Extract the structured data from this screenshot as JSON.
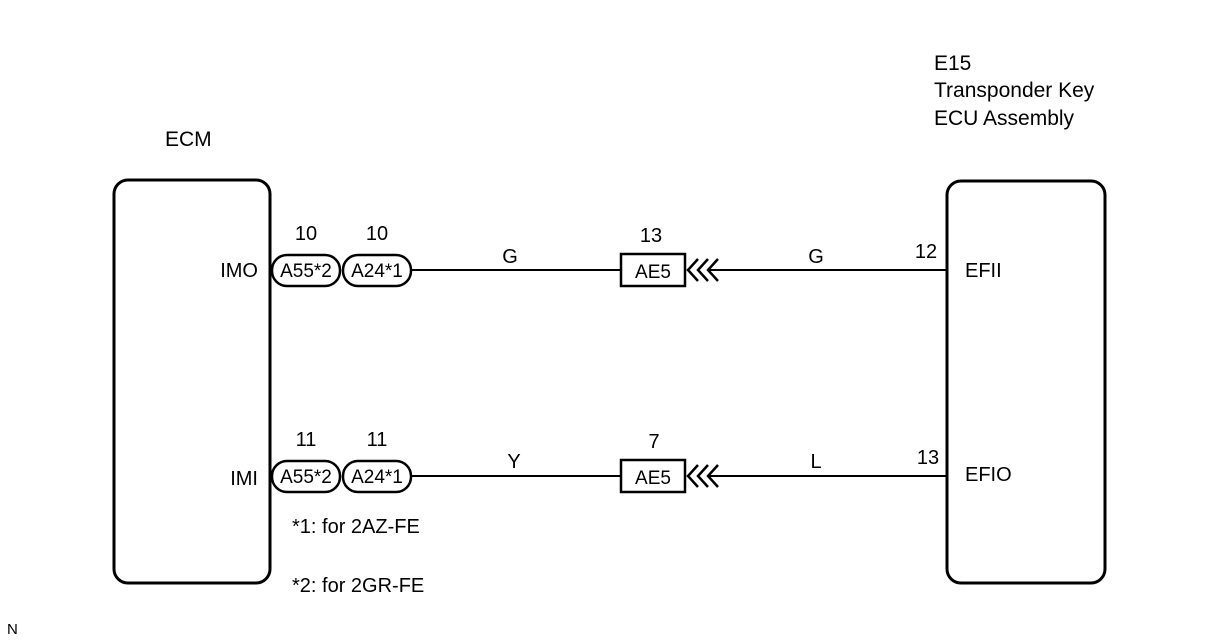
{
  "ecm": {
    "label": "ECM",
    "pins": [
      {
        "name": "IMO",
        "connectors": [
          {
            "pin": "10",
            "code": "A55*2"
          },
          {
            "pin": "10",
            "code": "A24*1"
          }
        ]
      },
      {
        "name": "IMI",
        "connectors": [
          {
            "pin": "11",
            "code": "A55*2"
          },
          {
            "pin": "11",
            "code": "A24*1"
          }
        ]
      }
    ]
  },
  "ecu": {
    "code": "E15",
    "name_line1": "Transponder Key",
    "name_line2": "ECU Assembly",
    "pins": [
      {
        "name": "EFII",
        "pin": "12"
      },
      {
        "name": "EFIO",
        "pin": "13"
      }
    ]
  },
  "wires": [
    {
      "left_color": "G",
      "junction": {
        "code": "AE5",
        "pin": "13"
      },
      "right_color": "G"
    },
    {
      "left_color": "Y",
      "junction": {
        "code": "AE5",
        "pin": "7"
      },
      "right_color": "L"
    }
  ],
  "notes": [
    "*1: for 2AZ-FE",
    "*2: for 2GR-FE"
  ],
  "corner_mark": "N"
}
